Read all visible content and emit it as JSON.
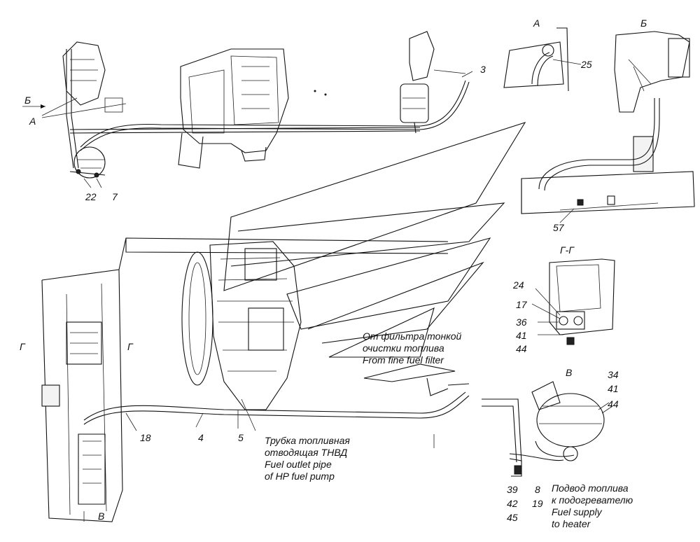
{
  "views": {
    "a": "А",
    "b": "Б",
    "g_g": "Г-Г",
    "v": "В",
    "g_left": "Г",
    "g_right": "Г",
    "b_arrow": "Б",
    "a_arrow": "А",
    "v_arrow": "В"
  },
  "callouts": {
    "c3": "3",
    "c25": "25",
    "c22": "22",
    "c7": "7",
    "c57": "57",
    "c24": "24",
    "c17": "17",
    "c36": "36",
    "c41a": "41",
    "c44a": "44",
    "c34": "34",
    "c41b": "41",
    "c44b": "44",
    "c18": "18",
    "c4": "4",
    "c5": "5",
    "c39": "39",
    "c42": "42",
    "c45": "45",
    "c8": "8",
    "c19": "19"
  },
  "notes": {
    "fine_filter": [
      "От фильтра тонкой",
      "очистки топлива",
      "From fine  fuel filter"
    ],
    "outlet_pipe": [
      "Трубка топливная",
      "отводящая ТНВД",
      "Fuel outlet pipe",
      "of HP fuel pump"
    ],
    "heater_supply": [
      "Подвод топлива",
      "к подогревателю",
      "Fuel supply",
      "to heater"
    ]
  }
}
